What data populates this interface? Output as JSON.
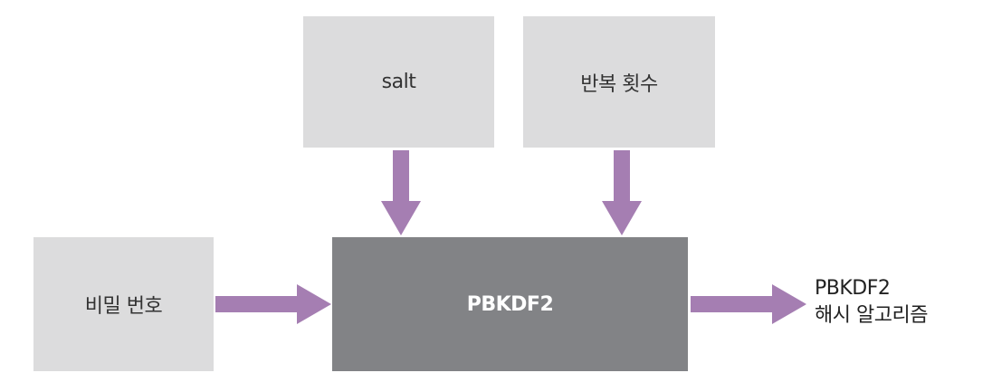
{
  "diagram": {
    "salt_label": "salt",
    "iterations_label": "반복 횟수",
    "password_label": "비밀 번호",
    "pbkdf2_label": "PBKDF2",
    "output_line1": "PBKDF2",
    "output_line2": "해시 알고리즘"
  },
  "colors": {
    "light_box": "#dcdcdd",
    "dark_box": "#828386",
    "arrow": "#a57eb2"
  }
}
